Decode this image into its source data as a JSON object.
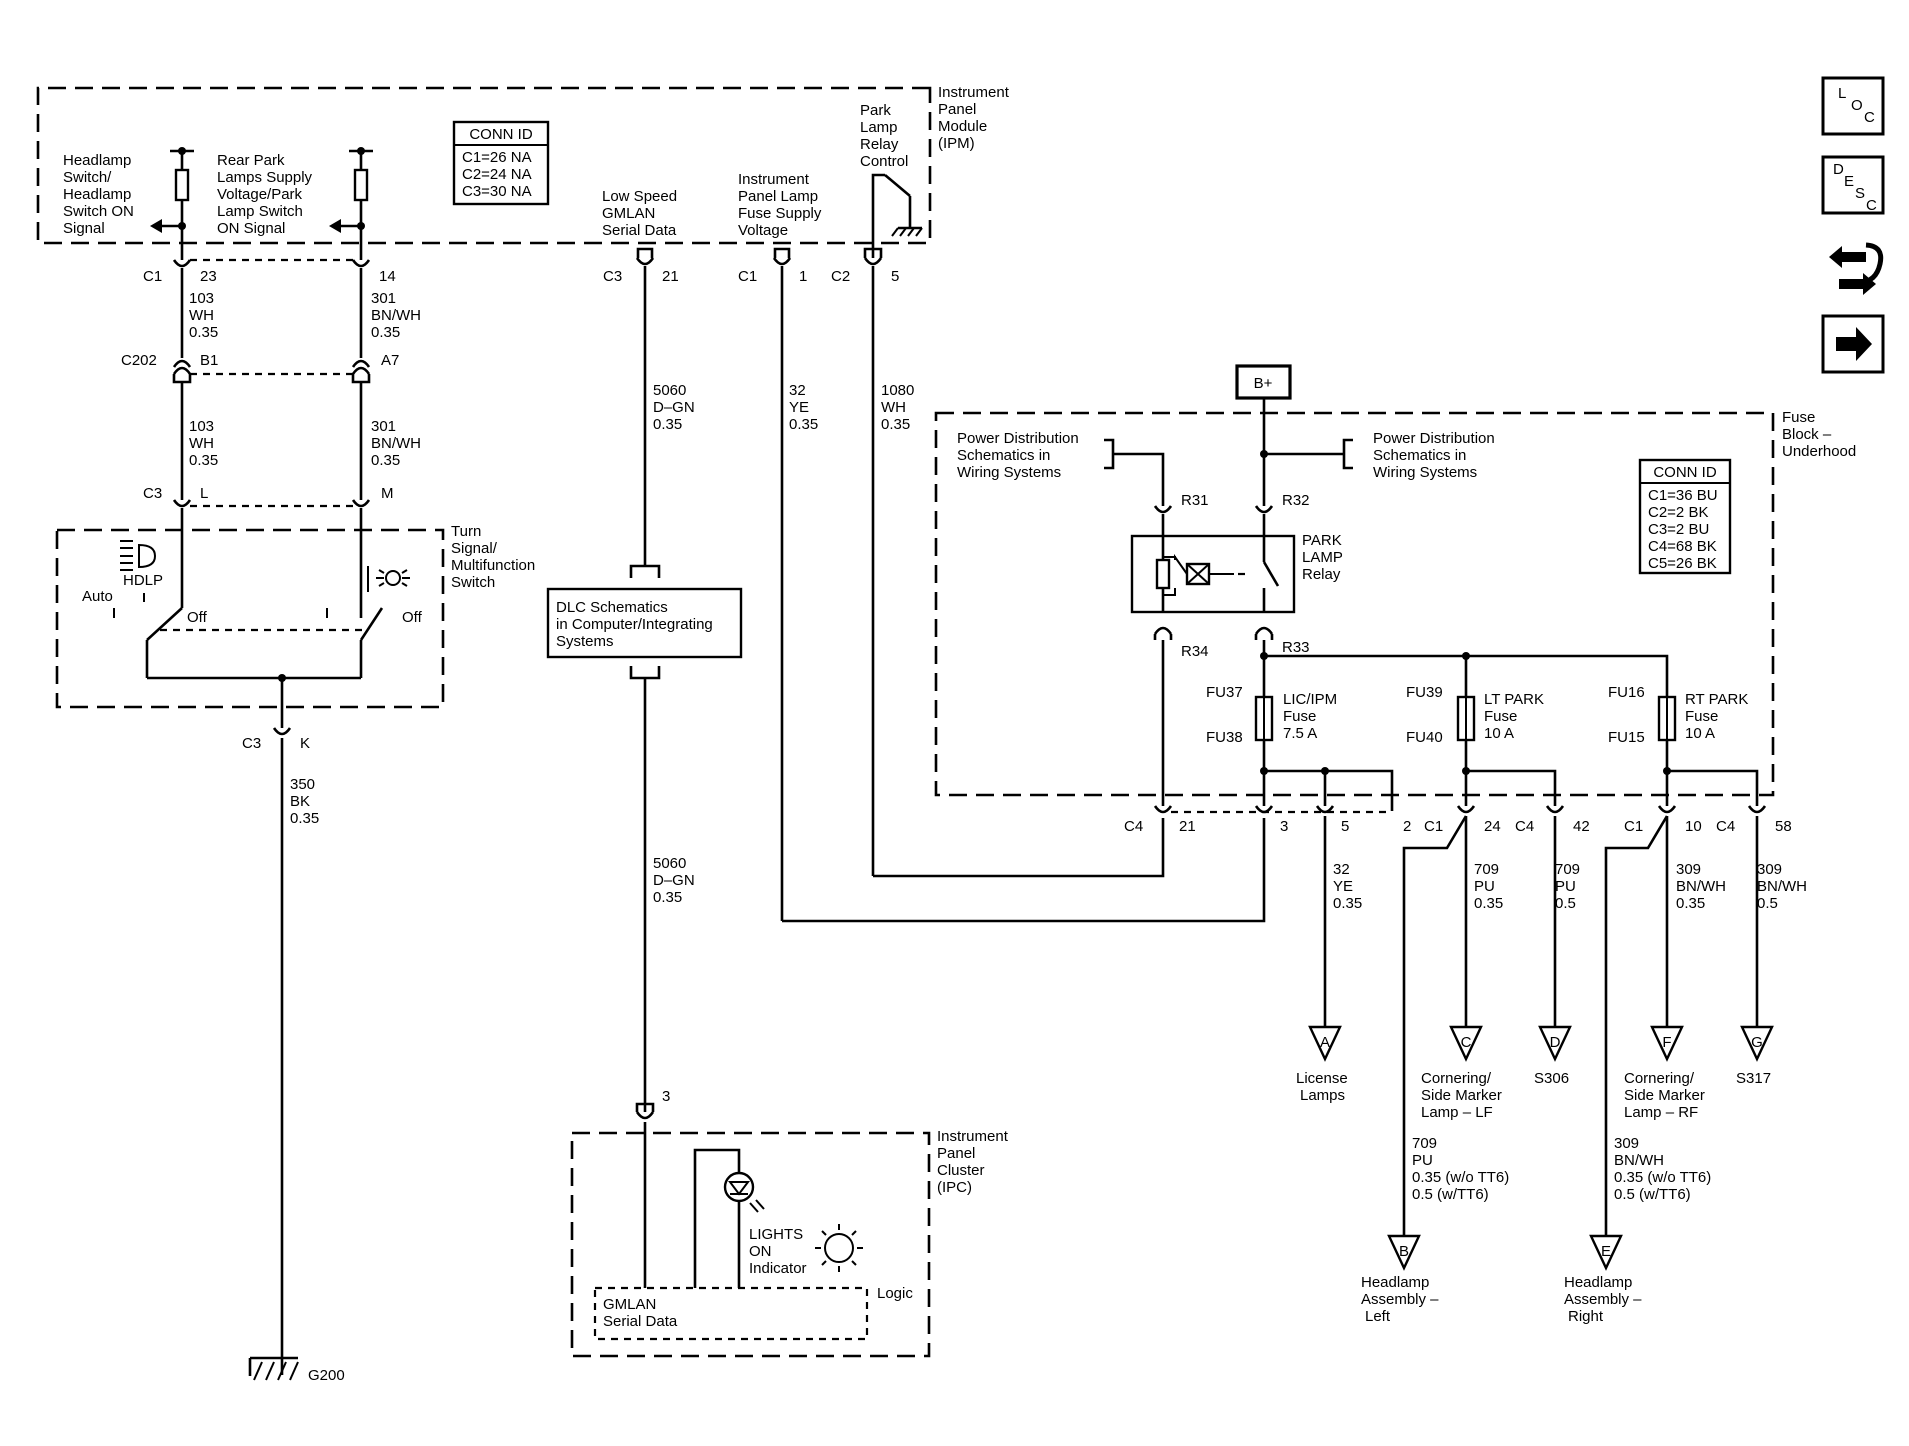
{
  "modules": {
    "ipm": [
      "Instrument",
      "Panel",
      "Module",
      "(IPM)"
    ],
    "turn_switch": [
      "Turn",
      "Signal/",
      "Multifunction",
      "Switch"
    ],
    "fuse_block": [
      "Fuse",
      "Block –",
      "Underhood"
    ],
    "ipc": [
      "Instrument",
      "Panel",
      "Cluster",
      "(IPC)"
    ]
  },
  "ipm_signals": {
    "headlamp": [
      "Headlamp",
      "Switch/",
      "Headlamp",
      "Switch ON",
      "Signal"
    ],
    "rear_park": [
      "Rear Park",
      "Lamps Supply",
      "Voltage/Park",
      "Lamp Switch",
      "ON Signal"
    ],
    "gmlan": [
      "Low Speed",
      "GMLAN",
      "Serial Data"
    ],
    "ip_lamp": [
      "Instrument",
      "Panel Lamp",
      "Fuse Supply",
      "Voltage"
    ],
    "relay_control": [
      "Park",
      "Lamp",
      "Relay",
      "Control"
    ]
  },
  "conn_id_ipm": {
    "title": "CONN ID",
    "rows": [
      "C1=26 NA",
      "C2=24 NA",
      "C3=30 NA"
    ]
  },
  "conn_id_fuse": {
    "title": "CONN ID",
    "rows": [
      "C1=36 BU",
      "C2=2 BK",
      "C3=2 BU",
      "C4=68 BK",
      "C5=26 BK"
    ]
  },
  "connectors": {
    "c1_23": [
      "C1",
      "23"
    ],
    "c3_14": "14",
    "c202": [
      "C202",
      "B1",
      "A7"
    ],
    "c3_lm": [
      "C3",
      "L",
      "M"
    ],
    "c3_k": [
      "C3",
      "K"
    ],
    "c3_21": [
      "C3",
      "21"
    ],
    "c1_1": [
      "C1",
      "1"
    ],
    "c2_5": [
      "C2",
      "5"
    ],
    "ipc_3": "3",
    "fb_c4": [
      "C4",
      "21",
      "3",
      "5"
    ],
    "fb_c1_lt": [
      "2",
      "C1",
      "24",
      "C4",
      "42"
    ],
    "fb_c1_rt": [
      "C1",
      "10",
      "C4",
      "58"
    ]
  },
  "wires": {
    "w103a": [
      "103",
      "WH",
      "0.35"
    ],
    "w301a": [
      "301",
      "BN/WH",
      "0.35"
    ],
    "w103b": [
      "103",
      "WH",
      "0.35"
    ],
    "w301b": [
      "301",
      "BN/WH",
      "0.35"
    ],
    "w350": [
      "350",
      "BK",
      "0.35"
    ],
    "w5060a": [
      "5060",
      "D–GN",
      "0.35"
    ],
    "w5060b": [
      "5060",
      "D–GN",
      "0.35"
    ],
    "w32a": [
      "32",
      "YE",
      "0.35"
    ],
    "w1080": [
      "1080",
      "WH",
      "0.35"
    ],
    "w32b": [
      "32",
      "YE",
      "0.35"
    ],
    "w709a": [
      "709",
      "PU",
      "0.35"
    ],
    "w709b": [
      "709",
      "PU",
      "0.5"
    ],
    "w309a": [
      "309",
      "BN/WH",
      "0.35"
    ],
    "w309b": [
      "309",
      "BN/WH",
      "0.5"
    ],
    "w709c": [
      "709",
      "PU",
      "0.35 (w/o TT6)",
      "0.5 (w/TT6)"
    ],
    "w309c": [
      "309",
      "BN/WH",
      "0.35 (w/o TT6)",
      "0.5 (w/TT6)"
    ]
  },
  "switch": {
    "hdlp": "HDLP",
    "auto": "Auto",
    "off1": "Off",
    "off2": "Off"
  },
  "dlc": [
    "DLC Schematics",
    "in Computer/Integrating",
    "Systems"
  ],
  "ipc_labels": {
    "lights": [
      "LIGHTS",
      "ON",
      "Indicator"
    ],
    "logic": "Logic",
    "gmlan": [
      "GMLAN",
      "Serial Data"
    ]
  },
  "ground": "G200",
  "bplus": "B+",
  "power_dist": [
    "Power Distribution",
    "Schematics in",
    "Wiring Systems"
  ],
  "relay": {
    "r31": "R31",
    "r32": "R32",
    "r33": "R33",
    "r34": "R34",
    "name": [
      "PARK",
      "LAMP",
      "Relay"
    ]
  },
  "fuses": {
    "lic": {
      "top": "FU37",
      "bottom": "FU38",
      "label": [
        "LIC/IPM",
        "Fuse",
        "7.5 A"
      ]
    },
    "lt": {
      "top": "FU39",
      "bottom": "FU40",
      "label": [
        "LT PARK",
        "Fuse",
        "10 A"
      ]
    },
    "rt": {
      "top": "FU16",
      "bottom": "FU15",
      "label": [
        "RT PARK",
        "Fuse",
        "10 A"
      ]
    }
  },
  "destinations": {
    "A": {
      "letter": "A",
      "label": [
        "License",
        "Lamps"
      ]
    },
    "C": {
      "letter": "C",
      "label": [
        "Cornering/",
        "Side Marker",
        "Lamp – LF"
      ]
    },
    "D": {
      "letter": "D",
      "label": [
        "S306"
      ]
    },
    "F": {
      "letter": "F",
      "label": [
        "Cornering/",
        "Side Marker",
        "Lamp – RF"
      ]
    },
    "G": {
      "letter": "G",
      "label": [
        "S317"
      ]
    },
    "B": {
      "letter": "B",
      "label": [
        "Headlamp",
        "Assembly –",
        "Left"
      ]
    },
    "E": {
      "letter": "E",
      "label": [
        "Headlamp",
        "Assembly –",
        "Right"
      ]
    }
  },
  "nav": {
    "loc": [
      "L",
      "O",
      "C"
    ],
    "desc": [
      "D",
      "E",
      "S",
      "C"
    ]
  }
}
